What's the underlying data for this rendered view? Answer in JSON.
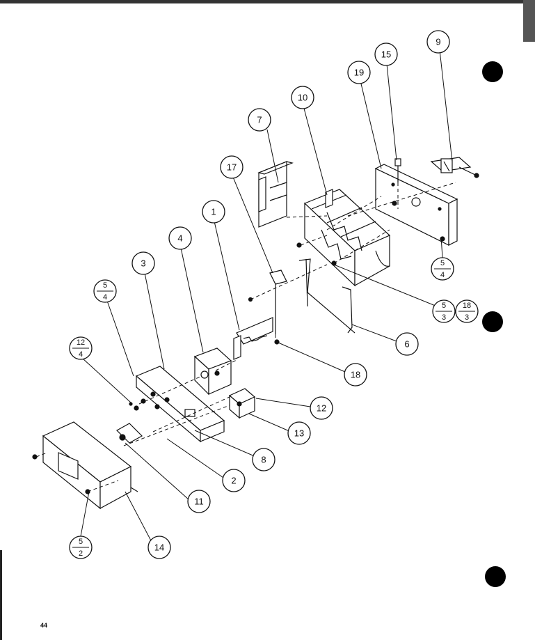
{
  "page_number": "44",
  "callouts": [
    {
      "id": "c1",
      "label": "1"
    },
    {
      "id": "c2",
      "label": "2"
    },
    {
      "id": "c3",
      "label": "3"
    },
    {
      "id": "c4",
      "label": "4"
    },
    {
      "id": "c6",
      "label": "6"
    },
    {
      "id": "c7",
      "label": "7"
    },
    {
      "id": "c8",
      "label": "8"
    },
    {
      "id": "c9",
      "label": "9"
    },
    {
      "id": "c10",
      "label": "10"
    },
    {
      "id": "c11",
      "label": "11"
    },
    {
      "id": "c12",
      "label": "12"
    },
    {
      "id": "c13",
      "label": "13"
    },
    {
      "id": "c14",
      "label": "14"
    },
    {
      "id": "c15",
      "label": "15"
    },
    {
      "id": "c17",
      "label": "17"
    },
    {
      "id": "c18",
      "label": "18"
    },
    {
      "id": "c19",
      "label": "19"
    }
  ],
  "fraction_callouts": [
    {
      "id": "f54a",
      "num": "5",
      "den": "4"
    },
    {
      "id": "f54b",
      "num": "5",
      "den": "4"
    },
    {
      "id": "f124",
      "num": "12",
      "den": "4"
    },
    {
      "id": "f53",
      "num": "5",
      "den": "3"
    },
    {
      "id": "f183",
      "num": "18",
      "den": "3"
    },
    {
      "id": "f52",
      "num": "5",
      "den": "2"
    }
  ]
}
